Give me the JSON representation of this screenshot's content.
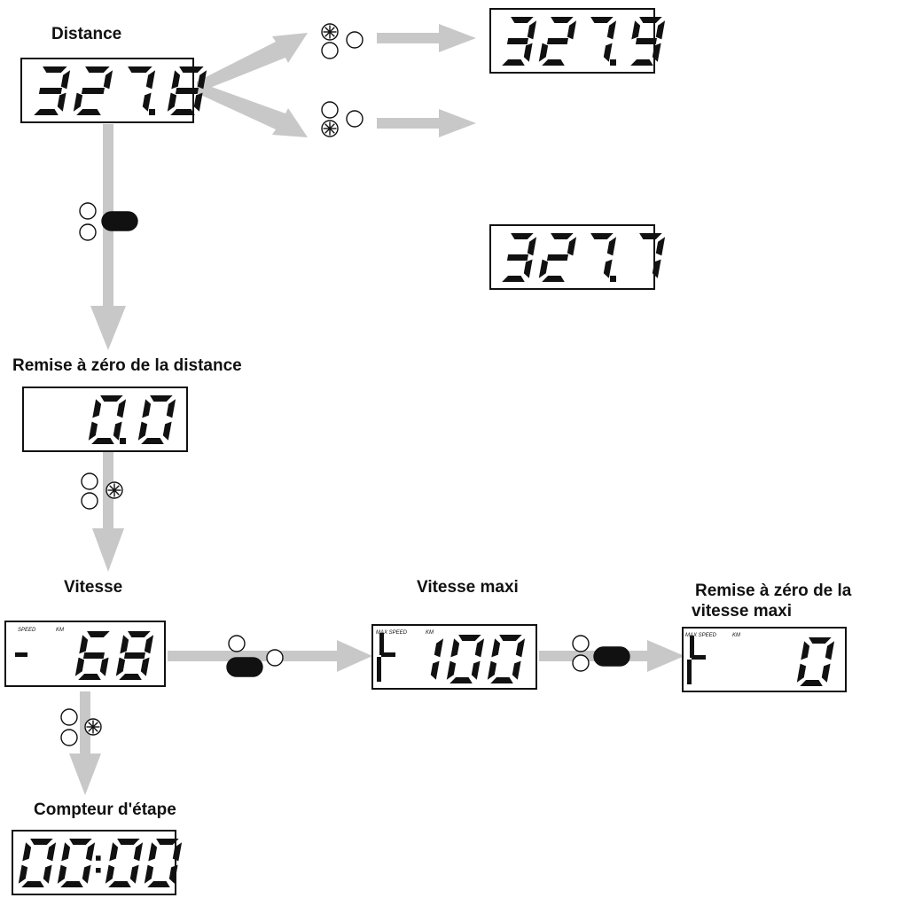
{
  "labels": {
    "distance": "Distance",
    "reset_distance": "Remise à zéro de la distance",
    "speed": "Vitesse",
    "max_speed": "Vitesse maxi",
    "reset_max_speed_line1": "Remise à zéro de la",
    "reset_max_speed_line2": "vitesse maxi",
    "trip_counter": "Compteur d'étape"
  },
  "displays": {
    "distance": "327.8",
    "distance_up": "327.9",
    "distance_down": "327.7",
    "distance_reset": "0.0",
    "speed": "68",
    "max_speed": "100",
    "max_speed_reset": "0",
    "trip_counter": "00:00"
  },
  "lcd_captions": {
    "speed": "SPEED",
    "km": "KM",
    "max_speed": "MAX SPEED"
  },
  "colors": {
    "arrow": "#c8c8c8",
    "segment": "#111111",
    "frame": "#111111"
  },
  "icons": [
    "button-circle-icon",
    "button-pressed-star-icon",
    "button-long-press-icon"
  ]
}
